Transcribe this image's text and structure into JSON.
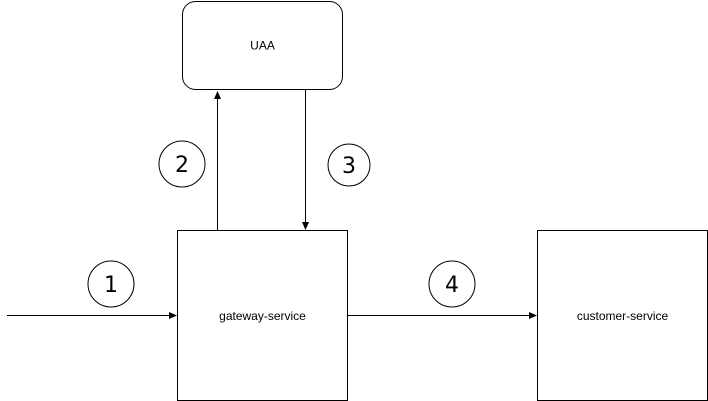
{
  "nodes": {
    "uaa": {
      "label": "UAA"
    },
    "gateway": {
      "label": "gateway-service"
    },
    "customer": {
      "label": "customer-service"
    }
  },
  "steps": {
    "one": "1",
    "two": "2",
    "three": "3",
    "four": "4"
  },
  "colors": {
    "stroke": "#000000",
    "fill": "#ffffff"
  }
}
